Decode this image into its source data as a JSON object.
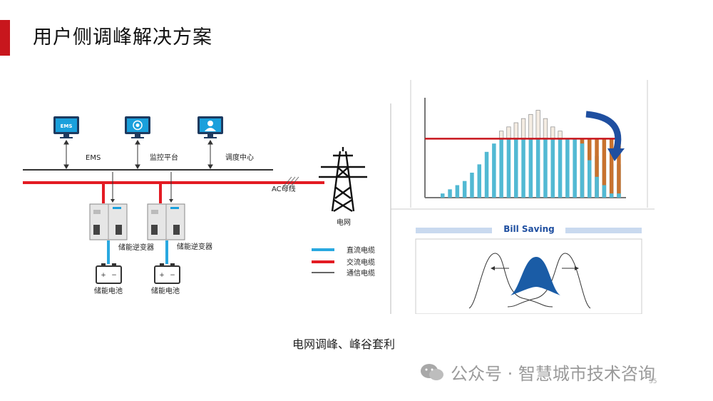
{
  "title": "用户侧调峰解决方案",
  "caption": "电网调峰、峰谷套利",
  "watermark": "公众号 · 智慧城市技术咨询",
  "page_number": "35",
  "diagram": {
    "monitors": [
      {
        "icon": "ems-monitor-icon",
        "screen_text": "EMS",
        "label": "EMS"
      },
      {
        "icon": "gear-monitor-icon",
        "label": "监控平台"
      },
      {
        "icon": "operator-monitor-icon",
        "label": "调度中心"
      }
    ],
    "ac_bus_label": "AC母线",
    "grid_label": "电网",
    "pcs_label": "储能逆变器",
    "battery_label": "储能电池",
    "legend": [
      {
        "label": "直流电缆",
        "color": "#29a8e0"
      },
      {
        "label": "交流电缆",
        "color": "#e31b23"
      },
      {
        "label": "通信电缆",
        "color": "#333333"
      }
    ],
    "colors": {
      "dc": "#29a8e0",
      "ac": "#e31b23",
      "comm": "#333333",
      "blue": "#1f5fa8"
    }
  },
  "chart_data": {
    "type": "bar",
    "bars_below": [
      1,
      2,
      3,
      4,
      6,
      8,
      11,
      13,
      14,
      14,
      14,
      14,
      14,
      14,
      14,
      14,
      14,
      14,
      14,
      14,
      12,
      10,
      9,
      8,
      8
    ],
    "bars_above": [
      0,
      0,
      0,
      0,
      0,
      0,
      0,
      0,
      2,
      3,
      4,
      5,
      6,
      7,
      5,
      3,
      2,
      0,
      0,
      0,
      0,
      0,
      0,
      0,
      0
    ],
    "bars_shifted_low": [
      0,
      0,
      0,
      0,
      0,
      0,
      0,
      0,
      0,
      0,
      0,
      0,
      0,
      0,
      0,
      0,
      0,
      0,
      0,
      0,
      2,
      4,
      5,
      6,
      6
    ],
    "threshold": 14,
    "ylim": [
      0,
      24
    ],
    "colors": {
      "below": "#52b9d3",
      "above": "#f4ece2",
      "shifted": "#c8722e",
      "threshold": "#c8161d",
      "arrow": "#1f4fa0"
    }
  },
  "bill_saving": {
    "label": "Bill Saving",
    "colors": {
      "band": "#c9d9ef",
      "shape": "#1a5ca6"
    }
  }
}
